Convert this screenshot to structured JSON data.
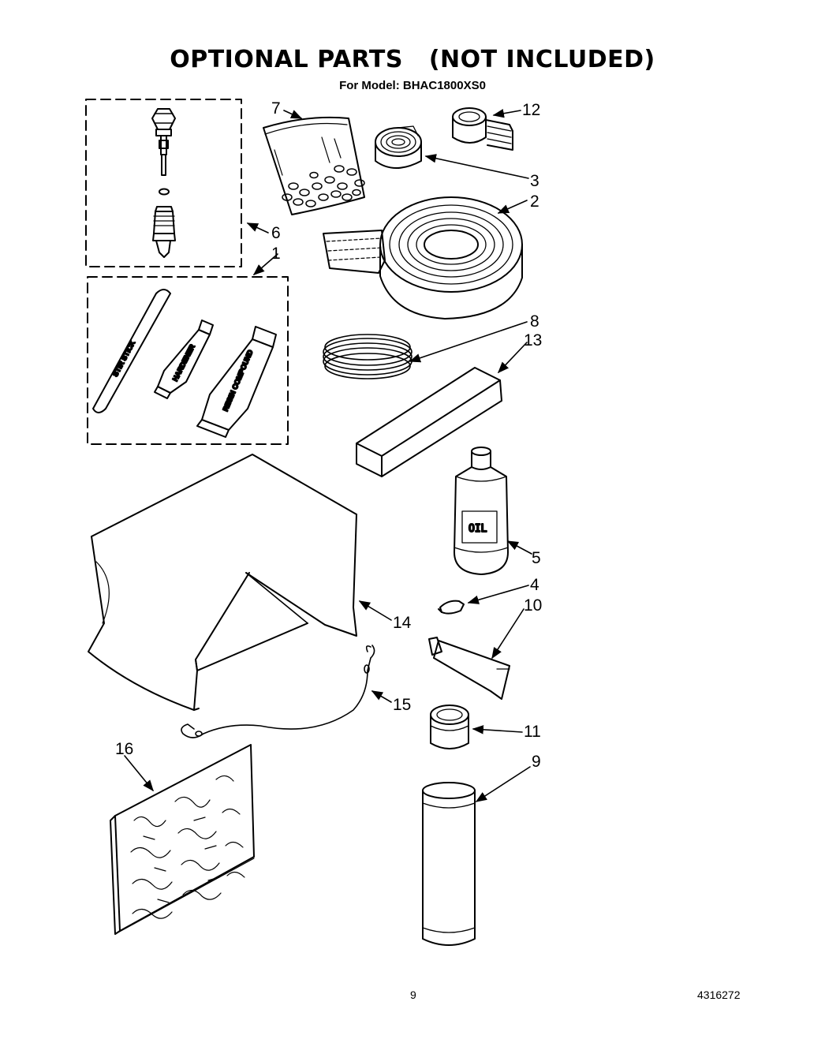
{
  "header": {
    "title": "OPTIONAL PARTS   (NOT INCLUDED)",
    "subtitle": "For Model: BHAC1800XS0"
  },
  "footer": {
    "page_number": "9",
    "doc_number": "4316272"
  },
  "part_labels": {
    "stir_stick": "STIR STICK",
    "hardener": "HARDENER",
    "resin_compound": "RESIN COMPOUND",
    "oil": "OIL"
  },
  "callouts": [
    {
      "id": "1",
      "text": "1"
    },
    {
      "id": "2",
      "text": "2"
    },
    {
      "id": "3",
      "text": "3"
    },
    {
      "id": "4",
      "text": "4"
    },
    {
      "id": "5",
      "text": "5"
    },
    {
      "id": "6",
      "text": "6"
    },
    {
      "id": "7",
      "text": "7"
    },
    {
      "id": "8",
      "text": "8"
    },
    {
      "id": "9",
      "text": "9"
    },
    {
      "id": "10",
      "text": "10"
    },
    {
      "id": "11",
      "text": "11"
    },
    {
      "id": "12",
      "text": "12"
    },
    {
      "id": "13",
      "text": "13"
    },
    {
      "id": "14",
      "text": "14"
    },
    {
      "id": "15",
      "text": "15"
    },
    {
      "id": "16",
      "text": "16"
    }
  ]
}
